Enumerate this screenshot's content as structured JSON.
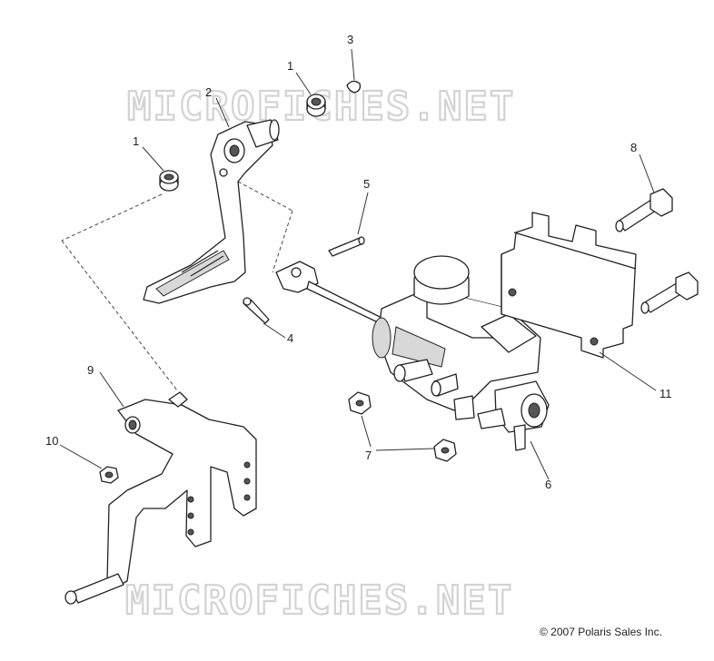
{
  "watermark": {
    "top": "MICROFICHES.NET",
    "bottom": "MICROFICHES.NET"
  },
  "copyright": "© 2007 Polaris Sales Inc.",
  "callouts": {
    "c1a": "1",
    "c1b": "1",
    "c2": "2",
    "c3": "3",
    "c4": "4",
    "c5": "5",
    "c6": "6",
    "c7": "7",
    "c8": "8",
    "c9": "9",
    "c10": "10",
    "c11": "11"
  }
}
